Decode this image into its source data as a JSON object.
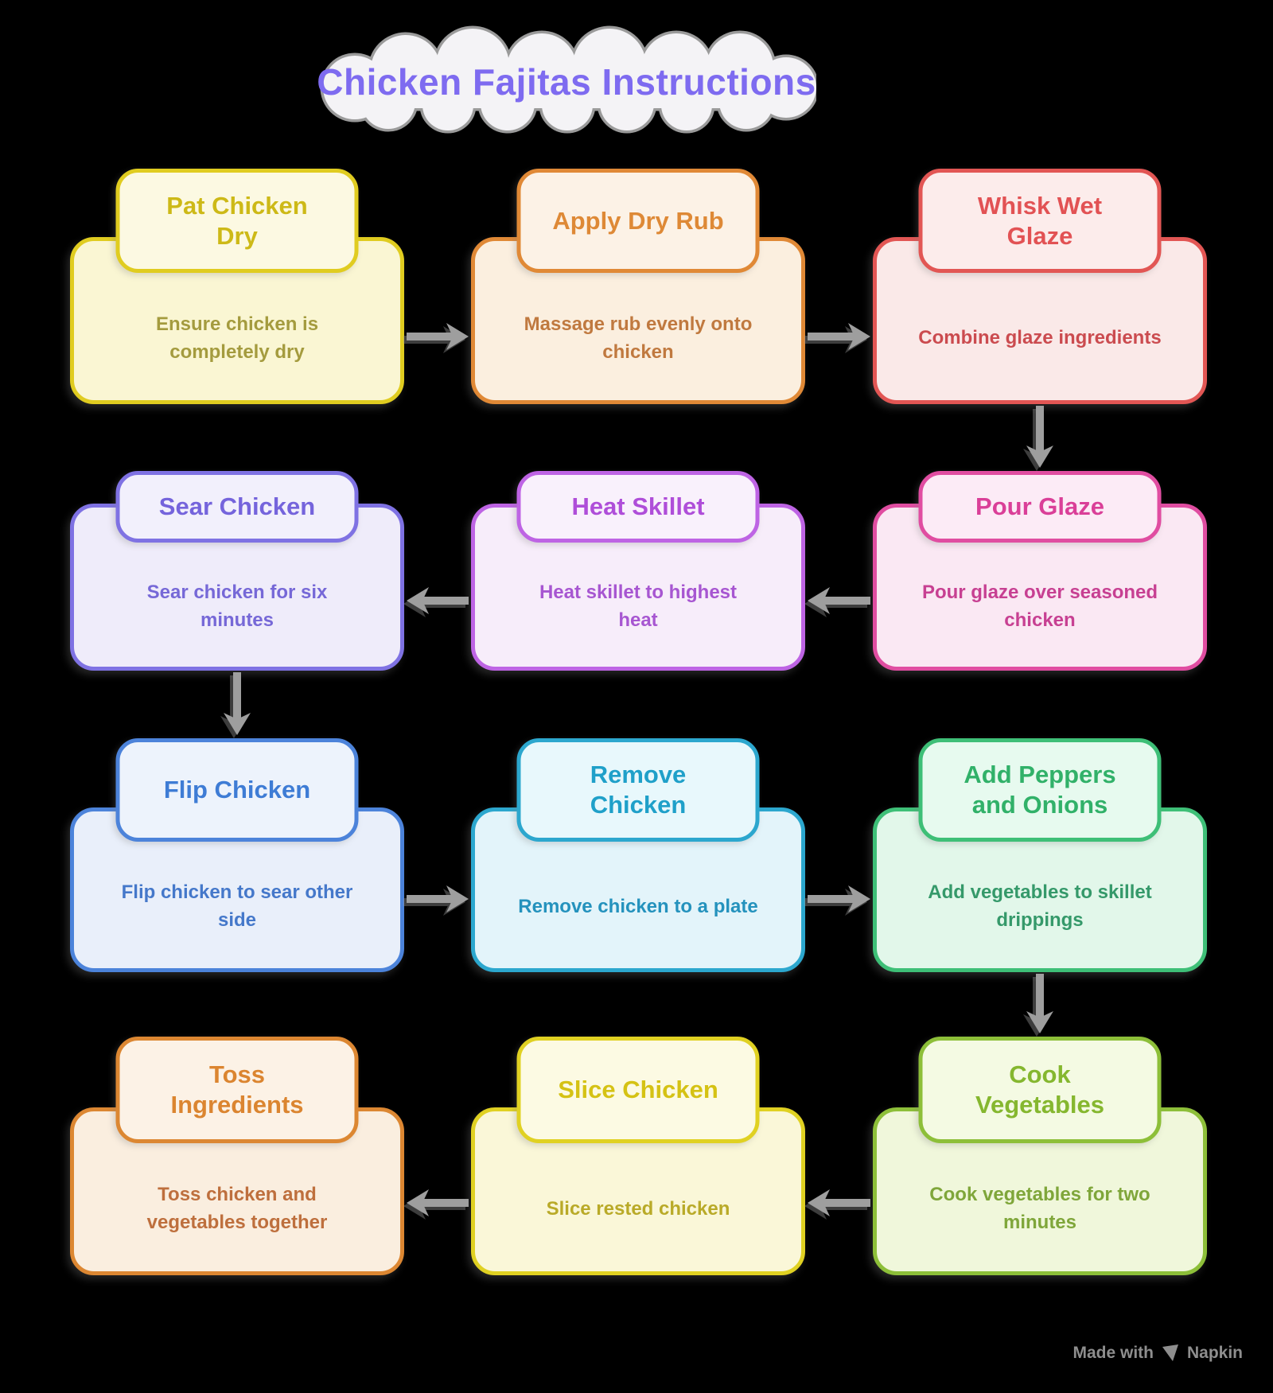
{
  "canvas": {
    "background": "#000000"
  },
  "title": "Chicken Fajitas Instructions",
  "title_color": "#7E6BF0",
  "cloud": {
    "fill": "#F4F3F6",
    "stroke": "#9A9A9A"
  },
  "watermark": {
    "prefix": "Made with",
    "brand": "Napkin"
  },
  "flow": {
    "arrow_color": "#9E9E9E",
    "steps": [
      {
        "id": 1,
        "row": 1,
        "col": 1,
        "title": "Pat Chicken\nDry",
        "description": "Ensure chicken is\ncompletely dry",
        "colors": {
          "border": "#E0CC20",
          "fill": "#FAF6D3",
          "pill_fill": "#FCF9E2",
          "title": "#CDB917",
          "body": "#A49B3E"
        }
      },
      {
        "id": 2,
        "row": 1,
        "col": 2,
        "title": "Apply Dry Rub",
        "description": "Massage rub evenly onto\nchicken",
        "colors": {
          "border": "#E08936",
          "fill": "#FBEFDF",
          "pill_fill": "#FCF2E6",
          "title": "#DE8936",
          "body": "#C0793F"
        }
      },
      {
        "id": 3,
        "row": 1,
        "col": 3,
        "title": "Whisk Wet\nGlaze",
        "description": "Combine glaze ingredients",
        "colors": {
          "border": "#E25654",
          "fill": "#FAE9E8",
          "pill_fill": "#FCECEB",
          "title": "#E25254",
          "body": "#CB4B4F"
        }
      },
      {
        "id": 4,
        "row": 2,
        "col": 3,
        "title": "Pour Glaze",
        "description": "Pour glaze over seasoned\nchicken",
        "colors": {
          "border": "#E04DA1",
          "fill": "#FAE8F3",
          "pill_fill": "#FCEBF6",
          "title": "#DA3F98",
          "body": "#C74092"
        }
      },
      {
        "id": 5,
        "row": 2,
        "col": 2,
        "title": "Heat Skillet",
        "description": "Heat skillet to highest\nheat",
        "colors": {
          "border": "#BE64E4",
          "fill": "#F7EDFA",
          "pill_fill": "#F9F1FC",
          "title": "#AF4ED9",
          "body": "#A756D1"
        }
      },
      {
        "id": 6,
        "row": 2,
        "col": 1,
        "title": "Sear Chicken",
        "description": "Sear chicken for six\nminutes",
        "colors": {
          "border": "#7F72E3",
          "fill": "#EFECFA",
          "pill_fill": "#F2F0FC",
          "title": "#7564DC",
          "body": "#7668D7"
        }
      },
      {
        "id": 7,
        "row": 3,
        "col": 1,
        "title": "Flip Chicken",
        "description": "Flip chicken to sear other\nside",
        "colors": {
          "border": "#4C83DA",
          "fill": "#E9EFFA",
          "pill_fill": "#EDF3FC",
          "title": "#3E7CD5",
          "body": "#4578CA"
        }
      },
      {
        "id": 8,
        "row": 3,
        "col": 2,
        "title": "Remove\nChicken",
        "description": "Remove chicken to a plate",
        "colors": {
          "border": "#2CA7CE",
          "fill": "#E3F4FA",
          "pill_fill": "#E8F8FC",
          "title": "#1FA0C9",
          "body": "#2492BD"
        }
      },
      {
        "id": 9,
        "row": 3,
        "col": 3,
        "title": "Add Peppers\nand Onions",
        "description": "Add vegetables to skillet\ndrippings",
        "colors": {
          "border": "#3EBF77",
          "fill": "#E2F7EA",
          "pill_fill": "#E7FAEF",
          "title": "#31B169",
          "body": "#35996A"
        }
      },
      {
        "id": 10,
        "row": 4,
        "col": 3,
        "title": "Cook\nVegetables",
        "description": "Cook vegetables for two\nminutes",
        "colors": {
          "border": "#8DBF39",
          "fill": "#F0F7DB",
          "pill_fill": "#F4FAE3",
          "title": "#85B72F",
          "body": "#7FA63A"
        }
      },
      {
        "id": 11,
        "row": 4,
        "col": 2,
        "title": "Slice Chicken",
        "description": "Slice rested chicken",
        "colors": {
          "border": "#E0D122",
          "fill": "#FAF7D8",
          "pill_fill": "#FCFAE3",
          "title": "#D5C214",
          "body": "#B9AA28"
        }
      },
      {
        "id": 12,
        "row": 4,
        "col": 1,
        "title": "Toss\nIngredients",
        "description": "Toss chicken and\nvegetables together",
        "colors": {
          "border": "#DC8732",
          "fill": "#FAEEDF",
          "pill_fill": "#FCF2E6",
          "title": "#DB8530",
          "body": "#BE6F3D"
        }
      }
    ],
    "edges": [
      {
        "from": 1,
        "to": 2,
        "direction": "right"
      },
      {
        "from": 2,
        "to": 3,
        "direction": "right"
      },
      {
        "from": 3,
        "to": 4,
        "direction": "down"
      },
      {
        "from": 4,
        "to": 5,
        "direction": "left"
      },
      {
        "from": 5,
        "to": 6,
        "direction": "left"
      },
      {
        "from": 6,
        "to": 7,
        "direction": "down"
      },
      {
        "from": 7,
        "to": 8,
        "direction": "right"
      },
      {
        "from": 8,
        "to": 9,
        "direction": "right"
      },
      {
        "from": 9,
        "to": 10,
        "direction": "down"
      },
      {
        "from": 10,
        "to": 11,
        "direction": "left"
      },
      {
        "from": 11,
        "to": 12,
        "direction": "left"
      }
    ]
  }
}
